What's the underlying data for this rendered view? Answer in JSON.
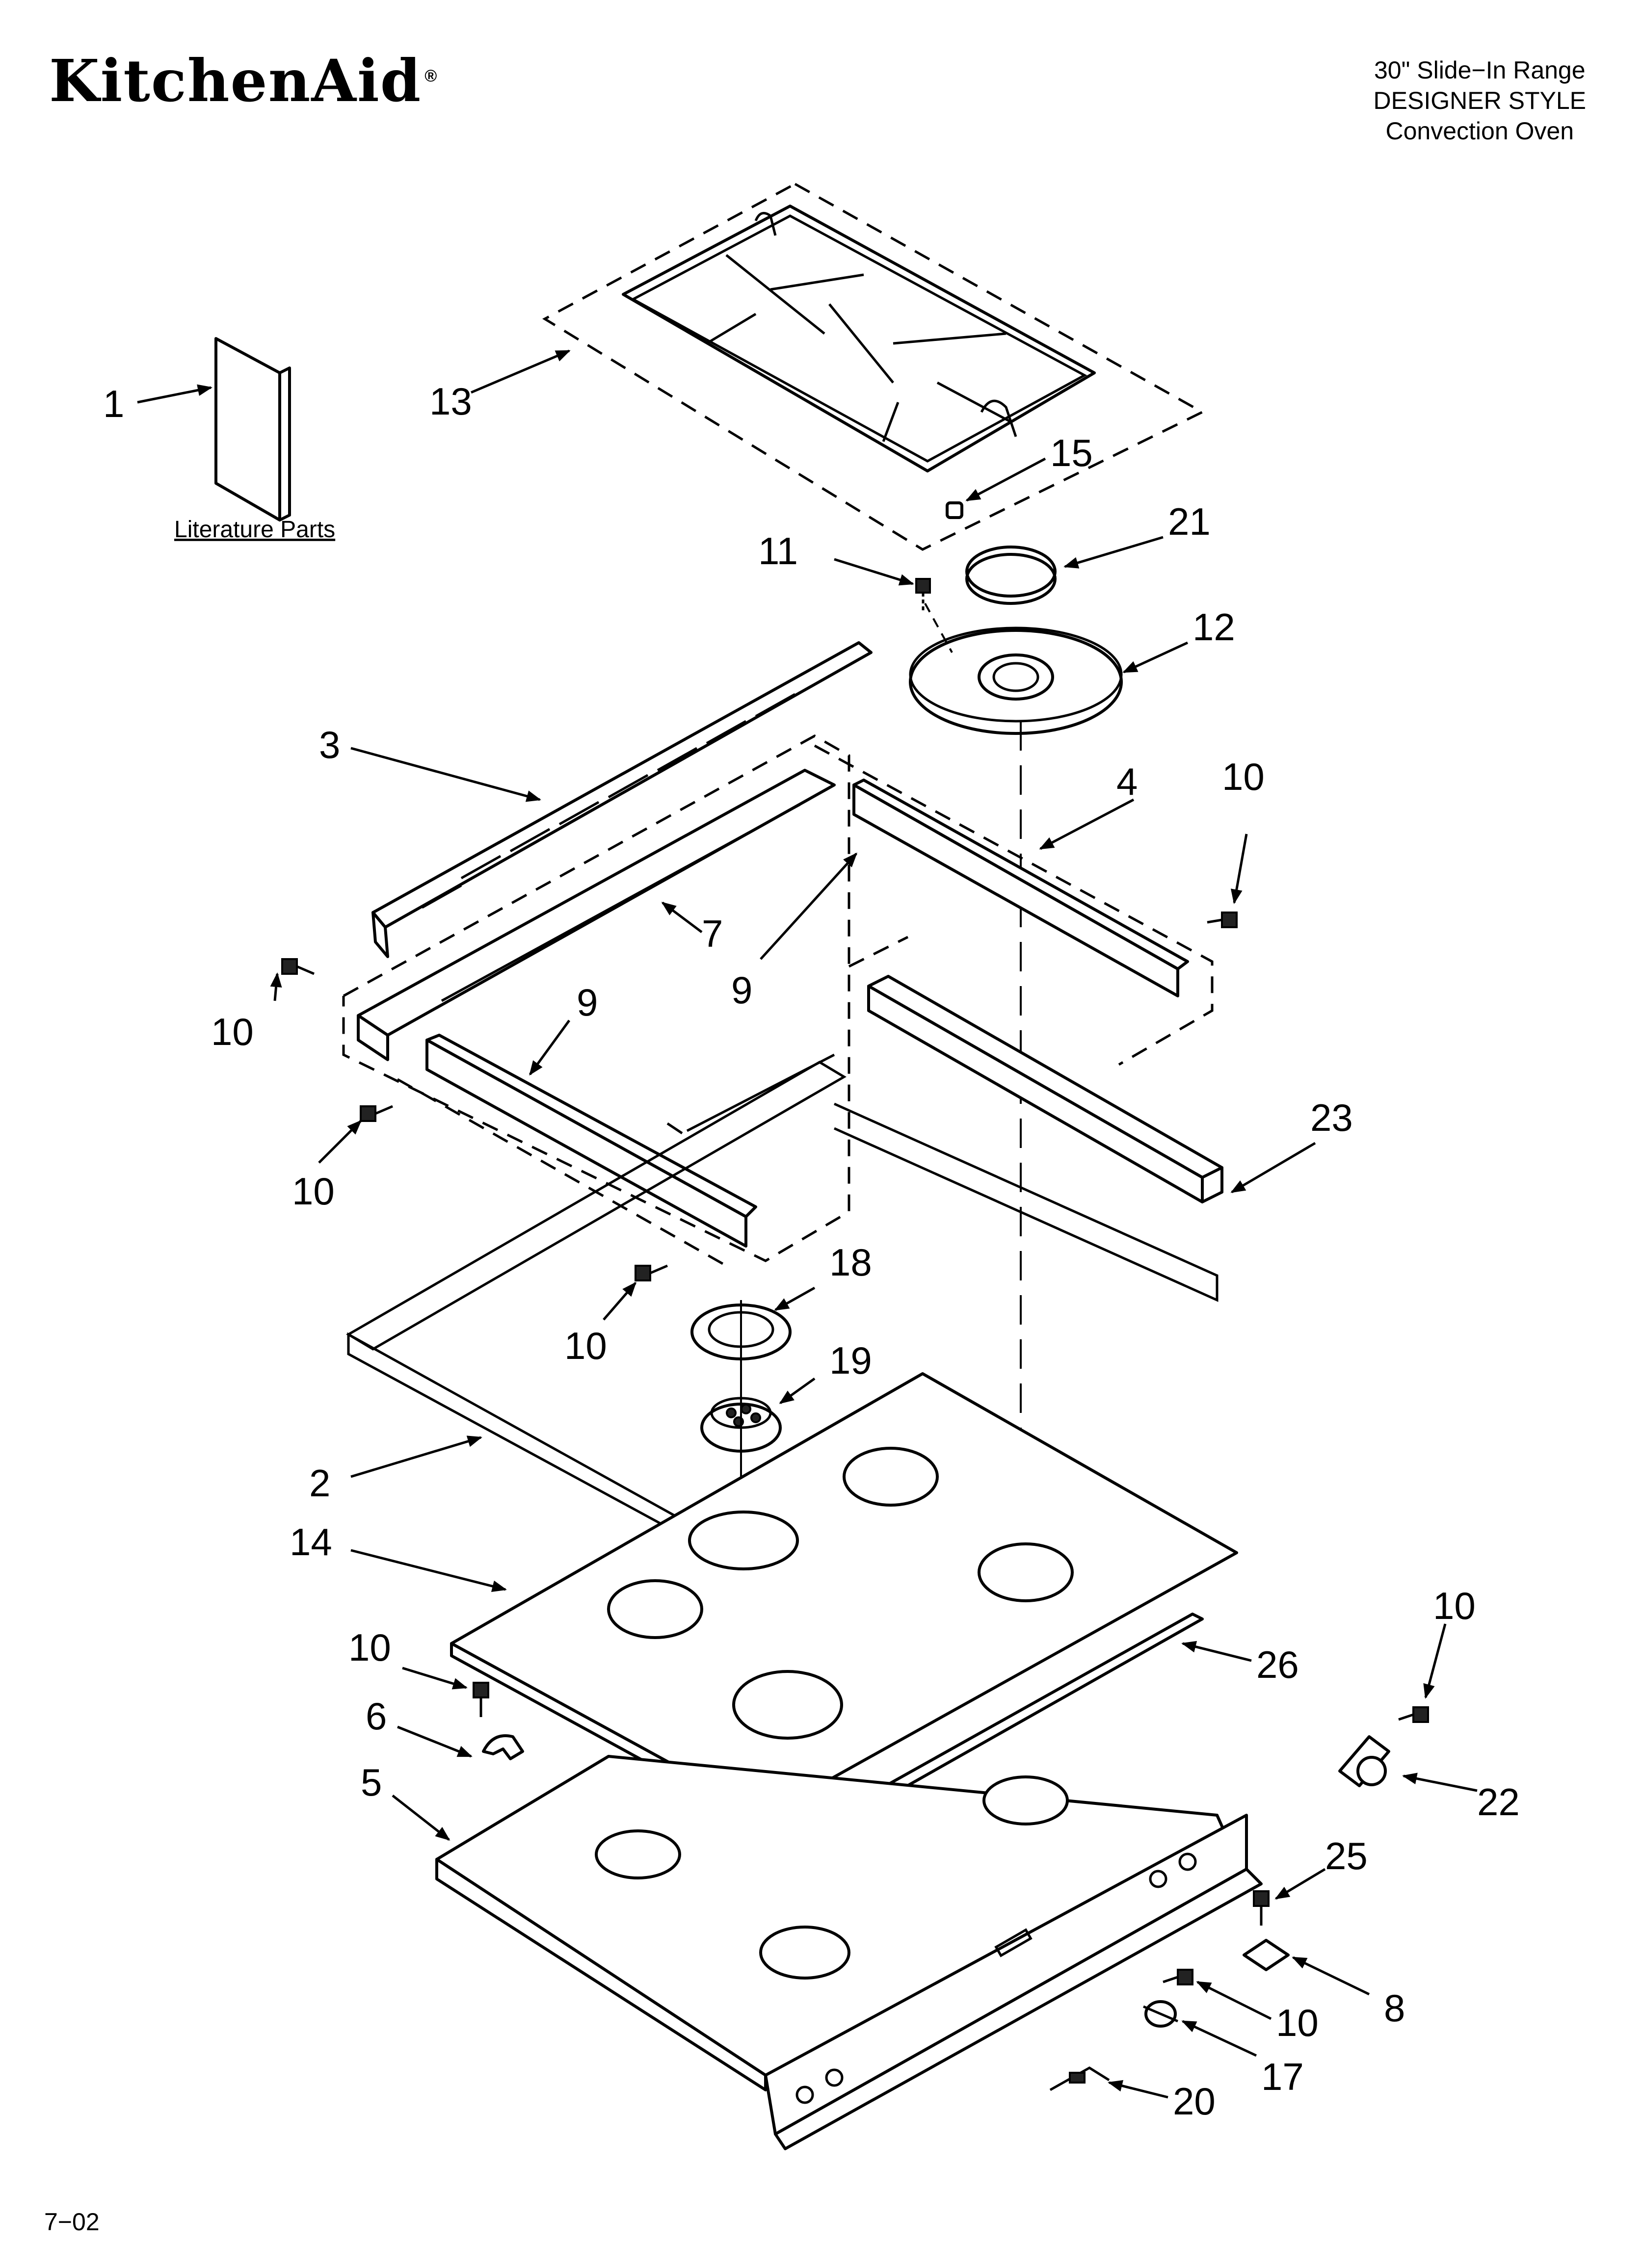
{
  "brand": {
    "logo_text": "KitchenAid",
    "registered_mark": "®"
  },
  "header": {
    "line1": "30\" Slide−In Range",
    "line2": "DESIGNER STYLE",
    "line3": "Convection Oven"
  },
  "footer": {
    "date_code": "7−02"
  },
  "diagram": {
    "literature_label": "Literature Parts",
    "callouts": [
      {
        "id": "c1",
        "text": "1"
      },
      {
        "id": "c13",
        "text": "13"
      },
      {
        "id": "c15",
        "text": "15"
      },
      {
        "id": "c21",
        "text": "21"
      },
      {
        "id": "c11",
        "text": "11"
      },
      {
        "id": "c12",
        "text": "12"
      },
      {
        "id": "c3",
        "text": "3"
      },
      {
        "id": "c4",
        "text": "4"
      },
      {
        "id": "c10a",
        "text": "10"
      },
      {
        "id": "c7",
        "text": "7"
      },
      {
        "id": "c9a",
        "text": "9"
      },
      {
        "id": "c10b",
        "text": "10"
      },
      {
        "id": "c9b",
        "text": "9"
      },
      {
        "id": "c10c",
        "text": "10"
      },
      {
        "id": "c23",
        "text": "23"
      },
      {
        "id": "c18",
        "text": "18"
      },
      {
        "id": "c10d",
        "text": "10"
      },
      {
        "id": "c19",
        "text": "19"
      },
      {
        "id": "c2",
        "text": "2"
      },
      {
        "id": "c14",
        "text": "14"
      },
      {
        "id": "c10e",
        "text": "10"
      },
      {
        "id": "c26",
        "text": "26"
      },
      {
        "id": "c6",
        "text": "6"
      },
      {
        "id": "c10f",
        "text": "10"
      },
      {
        "id": "c22",
        "text": "22"
      },
      {
        "id": "c5",
        "text": "5"
      },
      {
        "id": "c25",
        "text": "25"
      },
      {
        "id": "c8",
        "text": "8"
      },
      {
        "id": "c10g",
        "text": "10"
      },
      {
        "id": "c17",
        "text": "17"
      },
      {
        "id": "c20",
        "text": "20"
      }
    ]
  }
}
